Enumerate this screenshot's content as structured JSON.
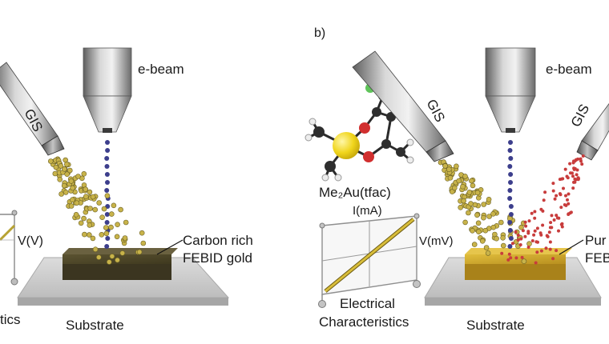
{
  "panel_b": {
    "label": "b)"
  },
  "left_panel": {
    "ebeam_label": "e-beam",
    "gis_label": "GIS",
    "deposit_label_line1": "Carbon rich",
    "deposit_label_line2": "FEBID gold",
    "axis_v_label": "V(V)",
    "substrate_label": "Substrate",
    "elec_partial": "tics"
  },
  "right_panel": {
    "ebeam_label": "e-beam",
    "gis_left_label": "GIS",
    "gis_right_label": "GIS",
    "molecule_label": "Me₂Au(tfac)",
    "axis_i_label": "I(mA)",
    "axis_v_label": "V(mV)",
    "elec_line1": "Electrical",
    "elec_line2": "Characteristics",
    "substrate_label": "Substrate",
    "deposit_partial_line1": "Pur",
    "deposit_partial_line2": "FEB"
  },
  "colors": {
    "carbon_deposit": "#4a4326",
    "pure_gold_deposit": "#c9a62b",
    "gold_particle": "#c8b34a",
    "beam_electron": "#3c3e8c",
    "oxygen_particle": "#c83c3c",
    "gold_atom": "#f2da1c",
    "fluorine_atom": "#5fc45a",
    "oxygen_atom": "#d12f2f"
  }
}
